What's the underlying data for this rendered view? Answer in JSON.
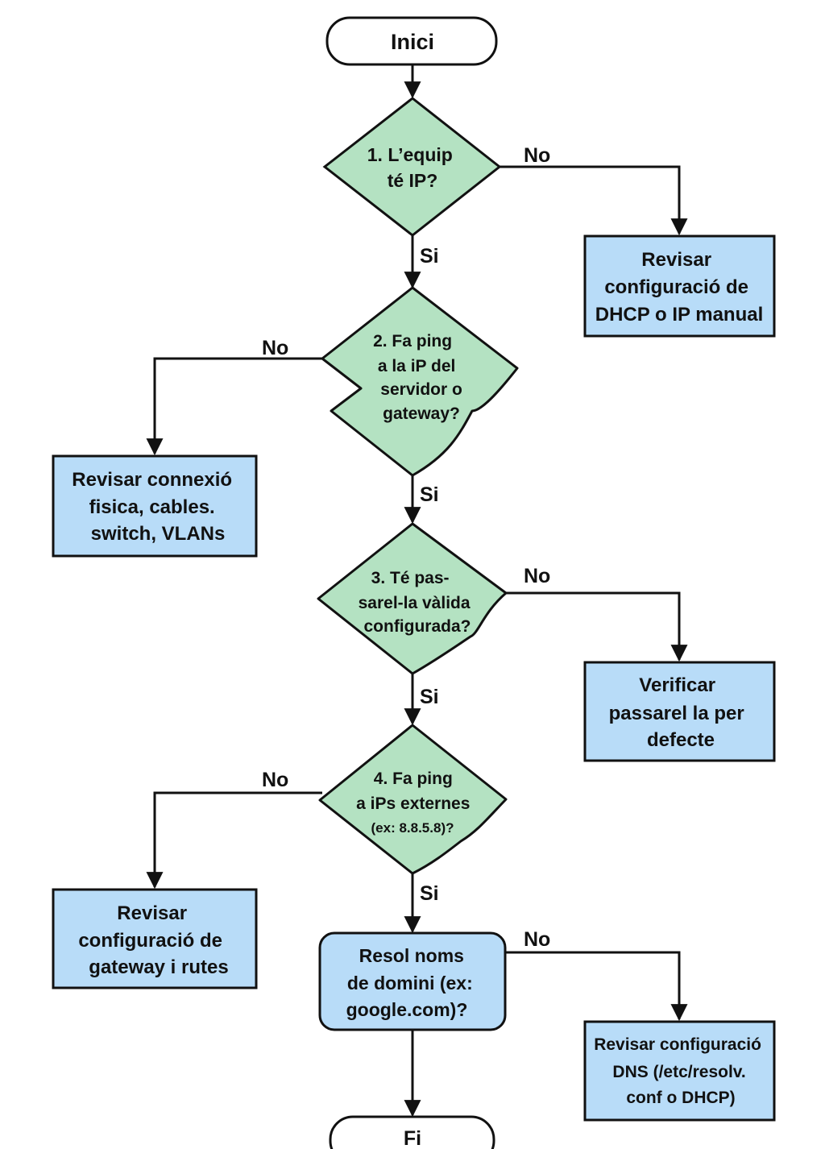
{
  "terminals": {
    "start": "Inici",
    "end": "Fi"
  },
  "decisions": [
    {
      "lines": [
        "1. L’equip",
        "té IP?"
      ]
    },
    {
      "lines": [
        "2. Fa ping",
        "a la iP del",
        "servidor o",
        "gateway?"
      ]
    },
    {
      "lines": [
        "3. Té pas-",
        "sarel-la vàlida",
        "configurada?"
      ]
    },
    {
      "lines": [
        "4. Fa ping",
        "a iPs externes",
        "(ex: 8.8.5.8)?"
      ]
    }
  ],
  "dns_question": {
    "lines": [
      "Resol noms",
      "de domini (ex:",
      "google.com)?"
    ]
  },
  "actions": [
    {
      "lines": [
        "Revisar",
        "configuració de",
        "DHCP o IP manual"
      ]
    },
    {
      "lines": [
        "Revisar connexió",
        "fisica, cables.",
        "switch, VLANs"
      ]
    },
    {
      "lines": [
        "Verificar",
        "passarel la per",
        "defecte"
      ]
    },
    {
      "lines": [
        "Revisar",
        "configuració de",
        "gateway i rutes"
      ]
    },
    {
      "lines": [
        "Revisar configuració",
        "DNS (/etc/resolv.",
        "conf o DHCP)"
      ]
    }
  ],
  "edge_labels": {
    "yes": "Si",
    "no": "No"
  },
  "colors": {
    "decision_fill": "#b4e2c2",
    "action_fill": "#b8dcf8",
    "terminal_fill": "#ffffff",
    "stroke": "#111111"
  }
}
